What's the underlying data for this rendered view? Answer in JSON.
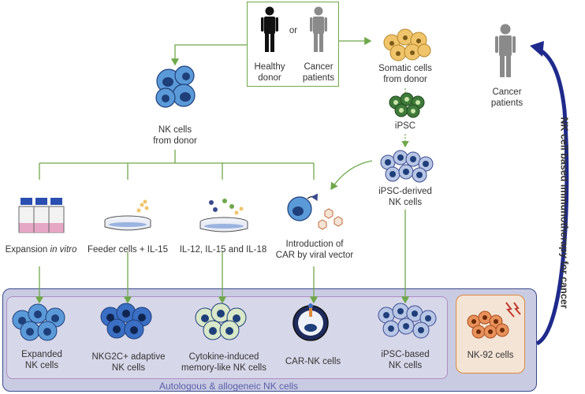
{
  "donor": {
    "healthy": [
      "Healthy",
      "donor"
    ],
    "or": "or",
    "cancer": [
      "Cancer",
      "patients"
    ]
  },
  "nk_from_donor": [
    "NK cells",
    "from donor"
  ],
  "somatic": [
    "Somatic cells",
    "from donor"
  ],
  "ipsc": "iPSC",
  "ipsc_nk": [
    "iPSC-derived",
    "NK cells"
  ],
  "cancer_patients_right": [
    "Cancer",
    "patients"
  ],
  "vertical_label": "NK cell based immunotherapy for cancer",
  "methods": {
    "expansion_prefix": "Expansion ",
    "expansion_italic": "in vitro",
    "feeder": "Feeder cells + IL-15",
    "cytokine": "IL-12, IL-15 and IL-18",
    "car_intro": [
      "Introduction of",
      "CAR by viral vector"
    ]
  },
  "products": {
    "expanded": [
      "Expanded",
      "NK cells"
    ],
    "nkg2c": [
      "NKG2C+ adaptive",
      "NK cells"
    ],
    "cytokine_induced": [
      "Cytokine-induced",
      "memory-like NK cells"
    ],
    "car_nk": "CAR-NK cells",
    "ipsc_based": [
      "iPSC-based",
      "NK cells"
    ],
    "nk92": "NK-92 cells"
  },
  "panel_title": "Autologous & allogeneic NK cells",
  "colors": {
    "green_line": "#6fa84a",
    "nk_cell": "#5b9ad8",
    "nucleus": "#1f3f7a",
    "arrow_blue": "#1f2a8c",
    "panel_border": "#3a4a8c",
    "orange": "#e08a3a"
  }
}
